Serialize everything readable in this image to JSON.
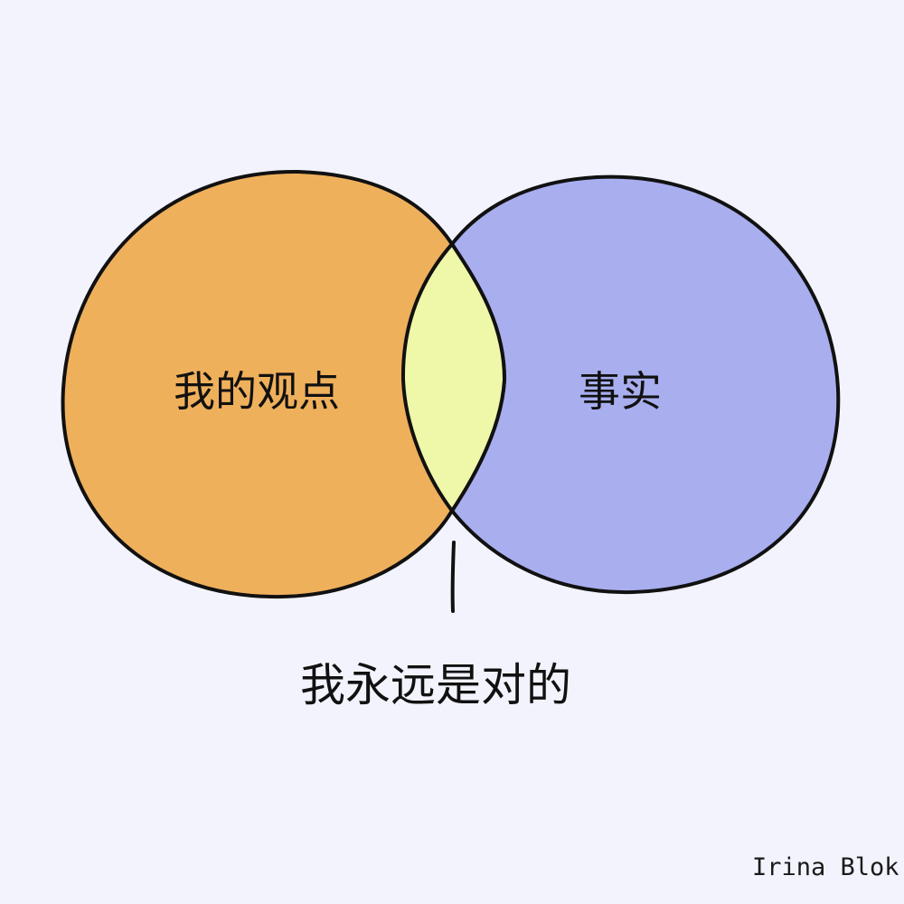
{
  "diagram": {
    "left_set": {
      "label": "我的观点",
      "color": "#efb05c"
    },
    "right_set": {
      "label": "事实",
      "color": "#a8aeee"
    },
    "intersection": {
      "label": "我永远是对的",
      "color": "#eff7a9"
    },
    "outline_color": "#111111",
    "background_color": "#f2f3fc"
  },
  "signature": "Irina Blok"
}
